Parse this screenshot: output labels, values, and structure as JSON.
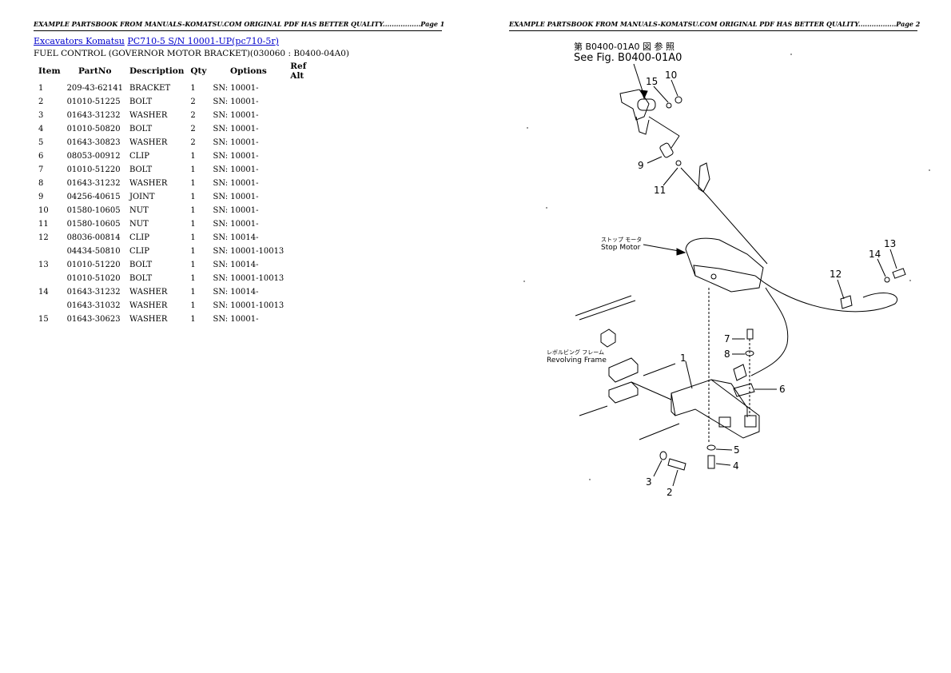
{
  "headers": {
    "page1": "EXAMPLE PARTSBOOK FROM MANUALS-KOMATSU.COM ORIGINAL PDF HAS BETTER QUALITY.................Page 1",
    "page2": "EXAMPLE PARTSBOOK FROM MANUALS-KOMATSU.COM ORIGINAL PDF HAS BETTER QUALITY.................Page 2"
  },
  "breadcrumb": {
    "link1": "Excavators Komatsu",
    "link2": "PC710-5 S/N 10001-UP(pc710-5r)"
  },
  "subtitle": "FUEL CONTROL (GOVERNOR MOTOR BRACKET)(030060 : B0400-04A0)",
  "table": {
    "columns": [
      "Item",
      "PartNo",
      "Description",
      "Qty",
      "Options",
      "Ref Alt"
    ],
    "rows": [
      [
        "1",
        "209-43-62141",
        "BRACKET",
        "1",
        "SN: 10001-",
        ""
      ],
      [
        "2",
        "01010-51225",
        "BOLT",
        "2",
        "SN: 10001-",
        ""
      ],
      [
        "3",
        "01643-31232",
        "WASHER",
        "2",
        "SN: 10001-",
        ""
      ],
      [
        "4",
        "01010-50820",
        "BOLT",
        "2",
        "SN: 10001-",
        ""
      ],
      [
        "5",
        "01643-30823",
        "WASHER",
        "2",
        "SN: 10001-",
        ""
      ],
      [
        "6",
        "08053-00912",
        "CLIP",
        "1",
        "SN: 10001-",
        ""
      ],
      [
        "7",
        "01010-51220",
        "BOLT",
        "1",
        "SN: 10001-",
        ""
      ],
      [
        "8",
        "01643-31232",
        "WASHER",
        "1",
        "SN: 10001-",
        ""
      ],
      [
        "9",
        "04256-40615",
        "JOINT",
        "1",
        "SN: 10001-",
        ""
      ],
      [
        "10",
        "01580-10605",
        "NUT",
        "1",
        "SN: 10001-",
        ""
      ],
      [
        "11",
        "01580-10605",
        "NUT",
        "1",
        "SN: 10001-",
        ""
      ],
      [
        "12",
        "08036-00814",
        "CLIP",
        "1",
        "SN: 10014-",
        ""
      ],
      [
        "",
        "04434-50810",
        "CLIP",
        "1",
        "SN: 10001-10013",
        ""
      ],
      [
        "13",
        "01010-51220",
        "BOLT",
        "1",
        "SN: 10014-",
        ""
      ],
      [
        "",
        "01010-51020",
        "BOLT",
        "1",
        "SN: 10001-10013",
        ""
      ],
      [
        "14",
        "01643-31232",
        "WASHER",
        "1",
        "SN: 10014-",
        ""
      ],
      [
        "",
        "01643-31032",
        "WASHER",
        "1",
        "SN: 10001-10013",
        ""
      ],
      [
        "15",
        "01643-30623",
        "WASHER",
        "1",
        "SN: 10001-",
        ""
      ]
    ]
  },
  "diagram": {
    "fig_ref_jp": "第 B0400-01A0 図 参 照",
    "fig_ref_en": "See Fig. B0400-01A0",
    "stop_motor_jp": "ストップ モータ",
    "stop_motor_en": "Stop Motor",
    "revolving_frame_jp": "レボルビング フレーム",
    "revolving_frame_en": "Revolving Frame",
    "callouts": [
      "1",
      "2",
      "3",
      "4",
      "5",
      "6",
      "7",
      "8",
      "9",
      "10",
      "11",
      "12",
      "13",
      "14",
      "15"
    ]
  }
}
